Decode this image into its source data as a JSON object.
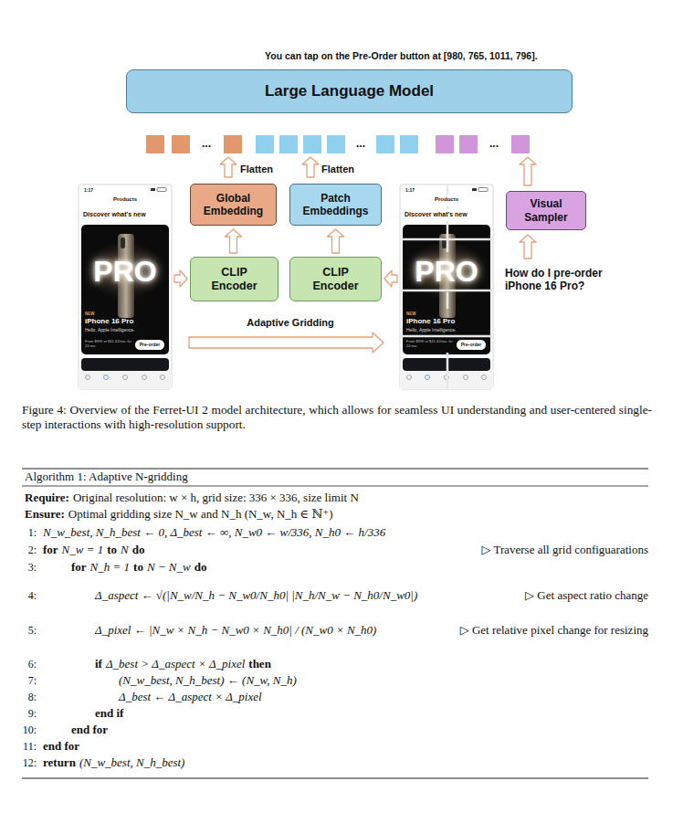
{
  "diagram": {
    "caption": "Figure 4: Overview of the Ferret-UI 2 model architecture, which allows for seamless UI understanding and user-centered single-step interactions with high-resolution support.",
    "nodes": [
      {
        "text": [
          "Large Language Model"
        ]
      },
      {
        "text": [
          "Global Embedding"
        ]
      },
      {
        "text": [
          "Patch Embeddings"
        ]
      },
      {
        "text": [
          "Visual Sampler"
        ]
      },
      {
        "text": [
          "CLIP Encoder"
        ]
      },
      {
        "text": [
          "CLIP Encoder"
        ]
      }
    ],
    "edges": [
      {
        "from": 4,
        "to": 1,
        "arrow": "to"
      },
      {
        "from": 5,
        "to": 2,
        "arrow": "to"
      }
    ],
    "labels": [
      "You can tap on the Pre-Order button at [980, 765, 1011, 796].",
      "...",
      "...",
      "...",
      "Flatten",
      "Flatten",
      "How do I pre-order iPhone 16 Pro?",
      "Adaptive Gridding",
      "1:17",
      "Products",
      "Discover what's new",
      "PRO",
      "NEW",
      "iPhone 16 Pro",
      "Hello, Apple Intelligence.",
      "From $999 or $41.62/mo. for 24 mo.",
      "Pre-order",
      "1:17",
      "Products",
      "Discover what's new",
      "PRO",
      "NEW",
      "iPhone 16 Pro",
      "Hello, Apple Intelligence.",
      "From $999 or $41.62/mo. for 24 mo.",
      "Pre-order",
      "Algorithm 1: Adaptive N-gridding",
      "Require:",
      "Original resolution: w × h, grid size: 336 × 336, size limit N",
      "Ensure:",
      "Optimal gridding size N_w and N_h (N_w, N_h ∈ ℕ⁺)",
      "1:",
      "N_w_best, N_h_best ← 0, Δ_best ← ∞, N_w0 ← w/336, N_h0 ← h/336",
      "2:",
      "for",
      "N_w = 1",
      "to",
      "N",
      "do",
      "▷ Traverse all grid configuarations",
      "3:",
      "for",
      "N_h = 1",
      "to",
      "N − N_w",
      "do",
      "4:",
      "Δ_aspect ← √(|N_w/N_h − N_w0/N_h0| |N_h/N_w − N_h0/N_w0|)",
      "▷ Get aspect ratio change",
      "5:",
      "Δ_pixel ← |N_w × N_h − N_w0 × N_h0| / (N_w0 × N_h0)",
      "▷ Get relative pixel change for resizing",
      "6:",
      "if",
      "Δ_best > Δ_aspect × Δ_pixel",
      "then",
      "7:",
      "(N_w_best, N_h_best) ← (N_w, N_h)",
      "8:",
      "Δ_best ← Δ_aspect × Δ_pixel",
      "9:",
      "end if",
      "10:",
      "end for",
      "11:",
      "end for",
      "12:",
      "return",
      "(N_w_best, N_h_best)"
    ]
  }
}
